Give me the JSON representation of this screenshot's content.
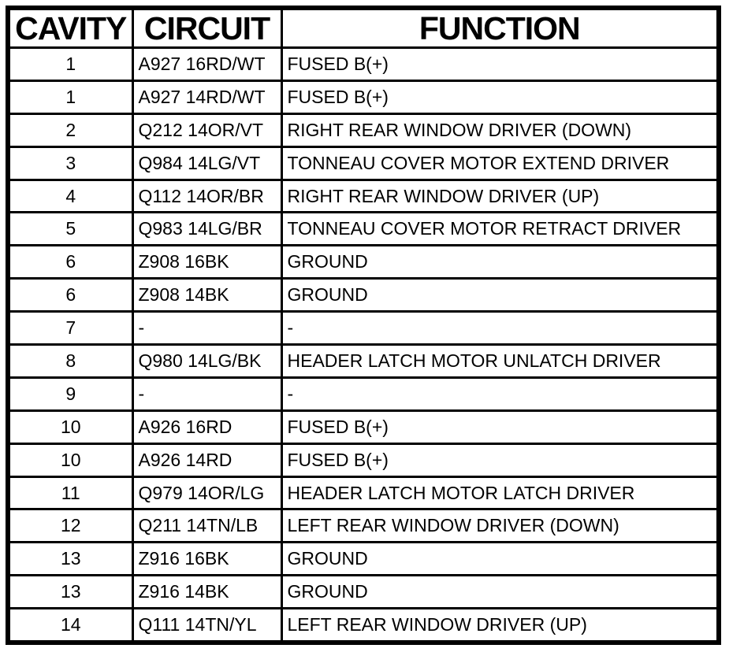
{
  "colors": {
    "border": "#000000",
    "text": "#000000",
    "background": "#ffffff"
  },
  "table": {
    "headers": [
      "CAVITY",
      "CIRCUIT",
      "FUNCTION"
    ],
    "rows": [
      {
        "cavity": "1",
        "circuit": "A927 16RD/WT",
        "function": "FUSED B(+)"
      },
      {
        "cavity": "1",
        "circuit": "A927 14RD/WT",
        "function": "FUSED B(+)"
      },
      {
        "cavity": "2",
        "circuit": "Q212 14OR/VT",
        "function": "RIGHT REAR WINDOW DRIVER (DOWN)"
      },
      {
        "cavity": "3",
        "circuit": "Q984 14LG/VT",
        "function": "TONNEAU COVER MOTOR EXTEND DRIVER"
      },
      {
        "cavity": "4",
        "circuit": "Q112 14OR/BR",
        "function": "RIGHT REAR WINDOW DRIVER (UP)"
      },
      {
        "cavity": "5",
        "circuit": "Q983 14LG/BR",
        "function": "TONNEAU COVER MOTOR RETRACT DRIVER"
      },
      {
        "cavity": "6",
        "circuit": "Z908 16BK",
        "function": "GROUND"
      },
      {
        "cavity": "6",
        "circuit": "Z908 14BK",
        "function": "GROUND"
      },
      {
        "cavity": "7",
        "circuit": "-",
        "function": "-"
      },
      {
        "cavity": "8",
        "circuit": "Q980 14LG/BK",
        "function": "HEADER LATCH MOTOR UNLATCH DRIVER"
      },
      {
        "cavity": "9",
        "circuit": "-",
        "function": "-"
      },
      {
        "cavity": "10",
        "circuit": "A926 16RD",
        "function": "FUSED B(+)"
      },
      {
        "cavity": "10",
        "circuit": "A926 14RD",
        "function": "FUSED B(+)"
      },
      {
        "cavity": "11",
        "circuit": "Q979 14OR/LG",
        "function": "HEADER LATCH MOTOR LATCH DRIVER"
      },
      {
        "cavity": "12",
        "circuit": "Q211 14TN/LB",
        "function": "LEFT REAR WINDOW DRIVER (DOWN)"
      },
      {
        "cavity": "13",
        "circuit": "Z916 16BK",
        "function": "GROUND"
      },
      {
        "cavity": "13",
        "circuit": "Z916 14BK",
        "function": "GROUND"
      },
      {
        "cavity": "14",
        "circuit": "Q111 14TN/YL",
        "function": "LEFT REAR WINDOW DRIVER (UP)"
      }
    ]
  }
}
